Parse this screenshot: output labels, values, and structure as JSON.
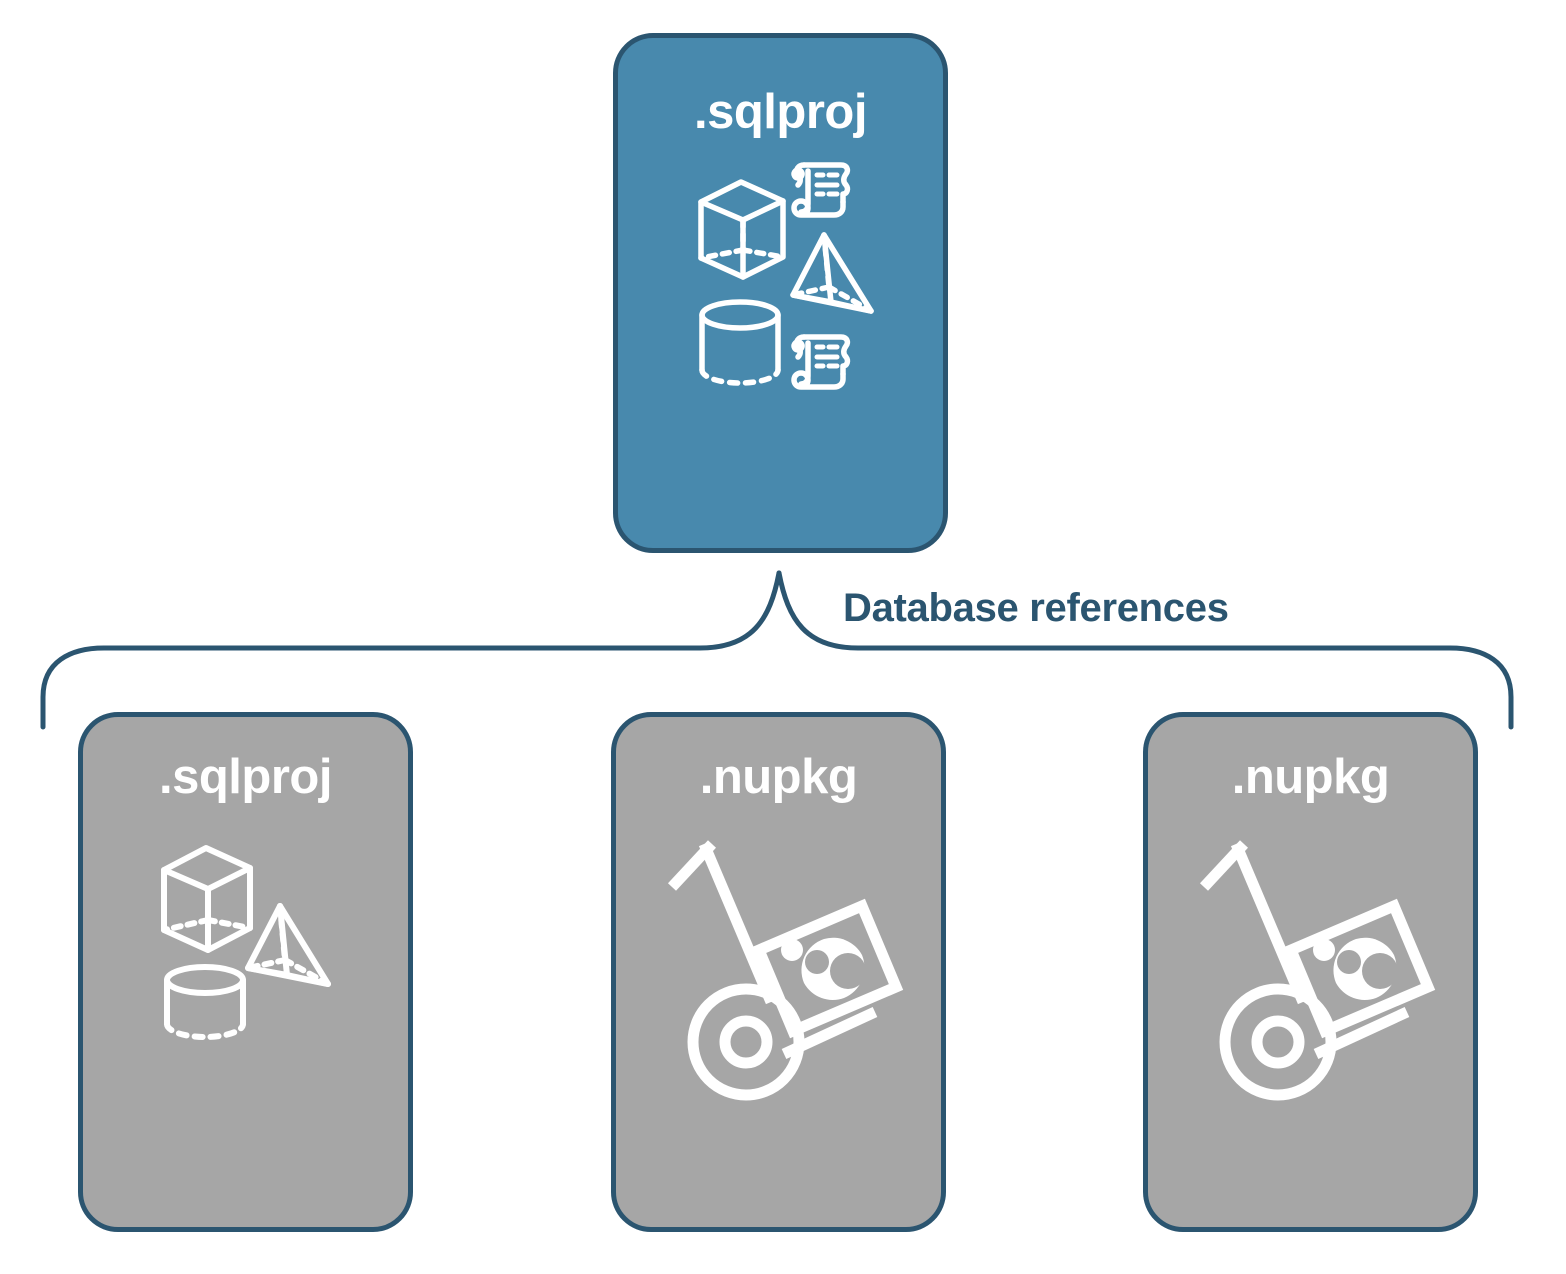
{
  "diagram": {
    "title_text": "",
    "colors": {
      "primary_blue": "#4889AD",
      "border_navy": "#2B5570",
      "reference_gray": "#A6A6A6",
      "icon_white": "#FFFFFF",
      "background": "#FFFFFF"
    },
    "root_card": {
      "label": ".sqlproj",
      "icons": [
        "cube-3d-icon",
        "pyramid-3d-icon",
        "cylinder-3d-icon",
        "script-scroll-icon",
        "script-scroll-icon"
      ]
    },
    "connector": {
      "label": "Database references",
      "style": "curly-brace"
    },
    "reference_cards": [
      {
        "label": ".sqlproj",
        "icons": [
          "cube-3d-icon",
          "pyramid-3d-icon",
          "cylinder-3d-icon"
        ]
      },
      {
        "label": ".nupkg",
        "icons": [
          "nuget-package-dolly-icon"
        ]
      },
      {
        "label": ".nupkg",
        "icons": [
          "nuget-package-dolly-icon"
        ]
      }
    ]
  }
}
